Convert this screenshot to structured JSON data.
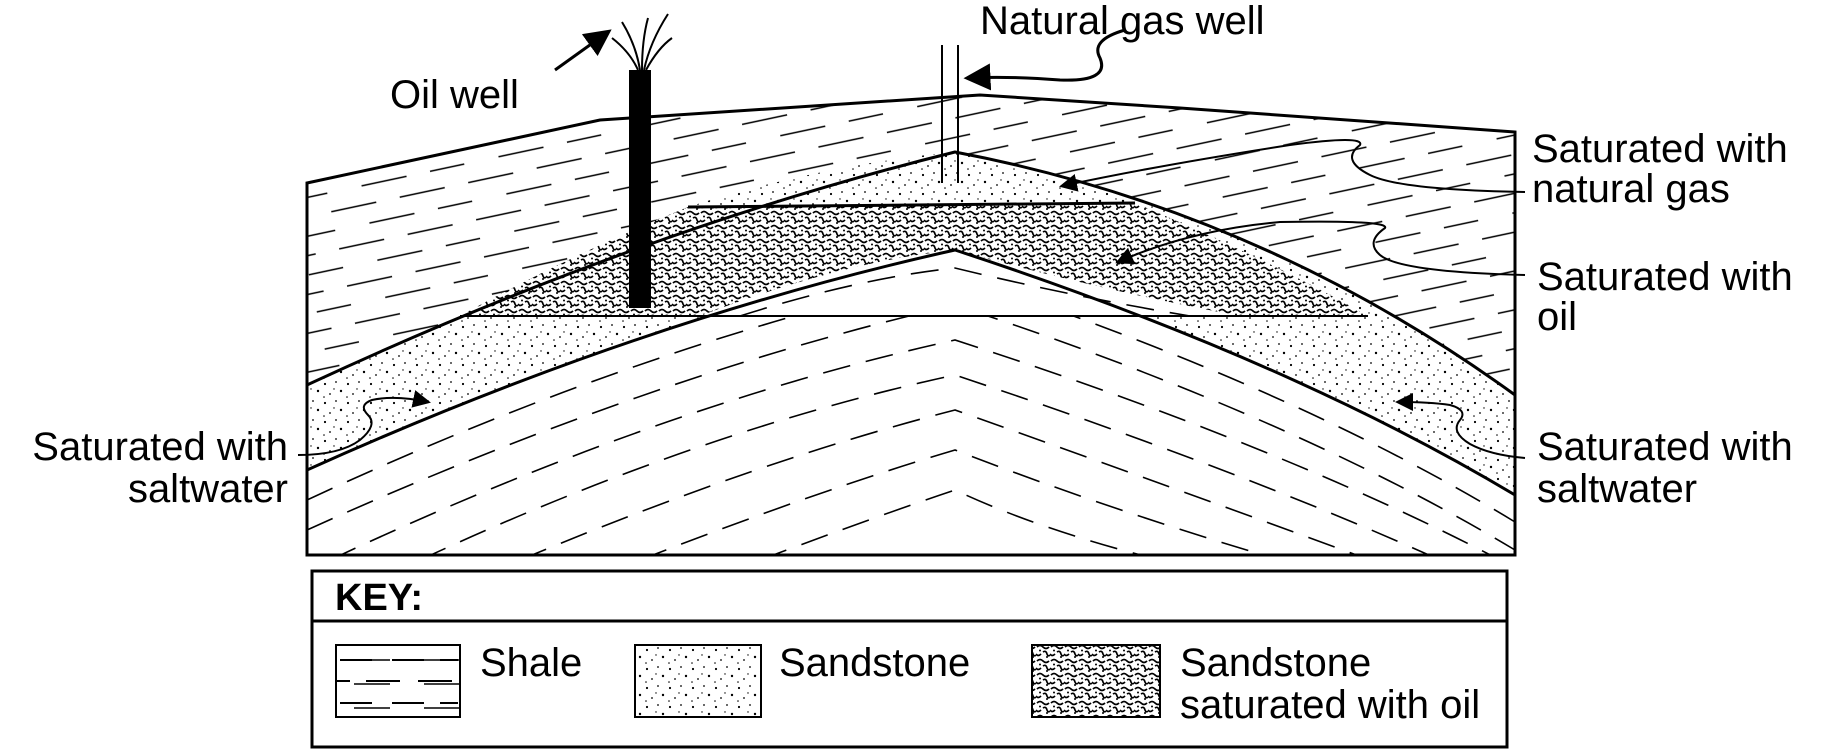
{
  "labels": {
    "oil_well": "Oil well",
    "natural_gas_well": "Natural gas well",
    "gas_line1": "Saturated with",
    "gas_line2": "natural gas",
    "oil_line1": "Saturated with",
    "oil_line2": "oil",
    "left_salt_line1": "Saturated with",
    "left_salt_line2": "saltwater",
    "right_salt_line1": "Saturated with",
    "right_salt_line2": "saltwater"
  },
  "key": {
    "title": "KEY:",
    "shale": "Shale",
    "sandstone": "Sandstone",
    "oil_sand_line1": "Sandstone",
    "oil_sand_line2": "saturated with oil"
  }
}
